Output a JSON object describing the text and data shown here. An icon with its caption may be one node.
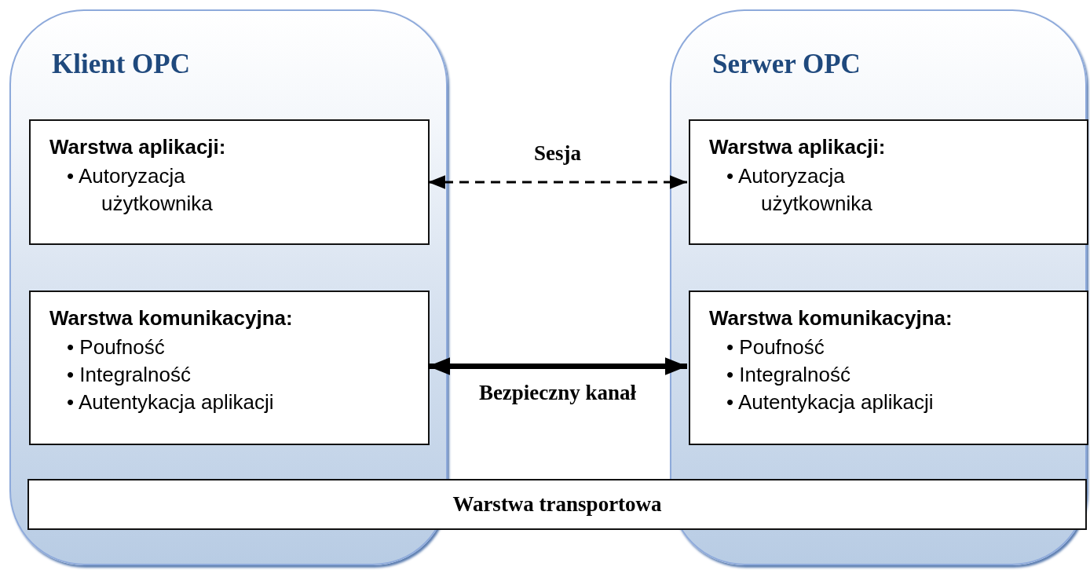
{
  "diagram": {
    "nodes": [
      {
        "text": [
          "Klient OPC"
        ]
      },
      {
        "text": [
          "Warstwa aplikacji:",
          "• Autoryzacja użytkownika"
        ],
        "in": 0
      },
      {
        "text": [
          "Warstwa komunikacyjna:",
          "• Poufność",
          "• Integralność",
          "• Autentykacja aplikacji"
        ],
        "in": 0
      },
      {
        "text": [
          "Serwer OPC"
        ]
      },
      {
        "text": [
          "Warstwa aplikacji:",
          "• Autoryzacja użytkownika"
        ],
        "in": 3
      },
      {
        "text": [
          "Warstwa komunikacyjna:",
          "• Poufność",
          "• Integralność",
          "• Autentykacja aplikacji"
        ],
        "in": 3
      },
      {
        "text": [
          "Warstwa transportowa"
        ]
      }
    ],
    "edges": [
      {
        "from": 1,
        "to": 4,
        "arrow": "both",
        "label": "Sesja",
        "style": "dashed"
      },
      {
        "from": 2,
        "to": 5,
        "arrow": "both",
        "label": "Bezpieczny kanał",
        "style": "thick"
      }
    ]
  }
}
